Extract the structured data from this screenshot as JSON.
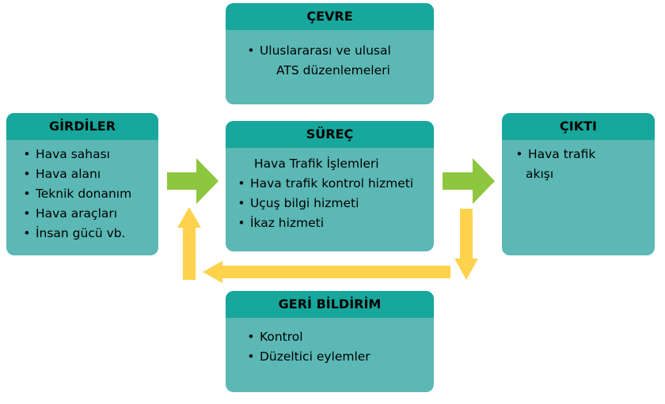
{
  "colors": {
    "box_body": "#5bb8b5",
    "box_header": "#17a79c",
    "arrow_green": "#8dc63f",
    "arrow_yellow": "#ffd24d"
  },
  "cevre": {
    "title": "ÇEVRE",
    "lines": [
      "Uluslararası ve ulusal",
      "ATS düzenlemeleri"
    ]
  },
  "girdiler": {
    "title": "GİRDİLER",
    "items": [
      "Hava sahası",
      "Hava alanı",
      "Teknik donanım",
      "Hava araçları",
      "İnsan gücü vb."
    ]
  },
  "surec": {
    "title": "SÜREÇ",
    "heading": "Hava Trafik İşlemleri",
    "items": [
      "Hava trafik kontrol hizmeti",
      "Uçuş bilgi hizmeti",
      "İkaz hizmeti"
    ]
  },
  "cikti": {
    "title": "ÇIKTI",
    "lines": [
      "Hava trafik",
      "akışı"
    ]
  },
  "geri_bildirim": {
    "title": "GERİ BİLDİRİM",
    "items": [
      "Kontrol",
      "Düzeltici eylemler"
    ]
  }
}
